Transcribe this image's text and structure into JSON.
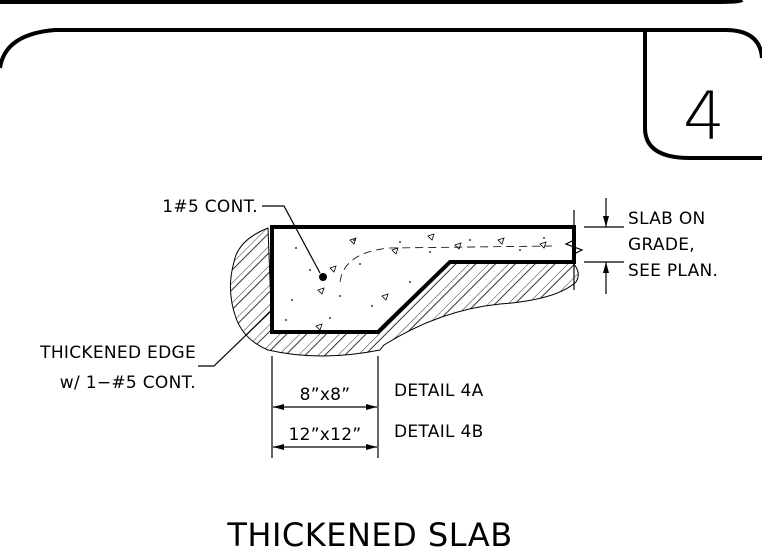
{
  "detail_number": "4",
  "title": "THICKENED SLAB",
  "labels": {
    "rebar": "1#5 CONT.",
    "slab_line1": "SLAB ON",
    "slab_line2": "GRADE,",
    "slab_line3": "SEE PLAN.",
    "edge_line1": "THICKENED EDGE",
    "edge_line2": "w/ 1−#5 CONT."
  },
  "dimensions": [
    {
      "size": "8”x8”",
      "detail": "DETAIL 4A"
    },
    {
      "size": "12”x12”",
      "detail": "DETAIL 4B"
    }
  ]
}
